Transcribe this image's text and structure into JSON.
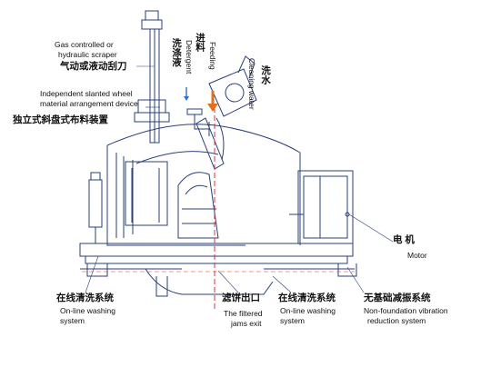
{
  "labels": {
    "scraper_en_1": "Gas controlled or",
    "scraper_en_2": "hydraulic scraper",
    "scraper_cn": "气动或液动刮刀",
    "wheel_en_1": "Independent slanted wheel",
    "wheel_en_2": "material arrangement device",
    "wheel_cn": "独立式斜盘式布料装置",
    "detergent_cn": "洗涤液",
    "detergent_en": "Detergent",
    "feeding_cn": "进料",
    "feeding_en": "Feeding",
    "cleaning_water_en": "Cleaning water",
    "cleaning_water_cn": "洗水",
    "motor_cn": "电 机",
    "motor_en": "Motor",
    "washing_left_cn": "在线清洗系统",
    "washing_left_en_1": "On-line washing",
    "washing_left_en_2": "system",
    "jams_cn": "滤饼出口",
    "jams_en_1": "The filtered",
    "jams_en_2": "jams exit",
    "washing_mid_cn": "在线清洗系统",
    "washing_mid_en_1": "On-line washing",
    "washing_mid_en_2": "system",
    "vibration_cn": "无基础减振系统",
    "vibration_en_1": "Non-foundation vibration",
    "vibration_en_2": "reduction system"
  },
  "colors": {
    "line": "#2a3f7a",
    "red_axis": "#d8343c",
    "feed_arrow": "#e0701c",
    "blue_arrow": "#2f6fc8",
    "text": "#111111"
  }
}
